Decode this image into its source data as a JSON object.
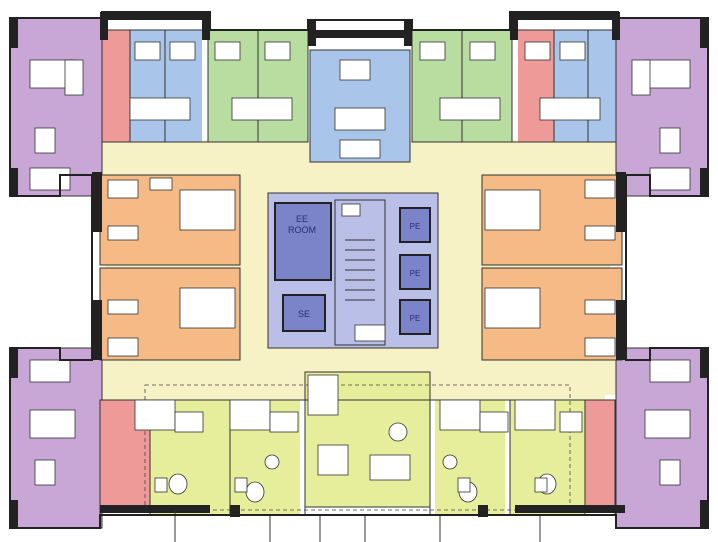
{
  "colors": {
    "corridor": "#f7f2c6",
    "purple": "#c8a6d6",
    "pink": "#ee9a98",
    "blue": "#a9c6ea",
    "green": "#b9dca0",
    "orange": "#f6ba86",
    "lime": "#e6ee9c",
    "core": "#b9bfe6",
    "core_dark": "#7b83c9",
    "wall": "#222222"
  },
  "labels": {
    "ee_room_line1": "EE",
    "ee_room_line2": "ROOM",
    "se": "SE",
    "pe_1": "PE",
    "pe_2": "PE",
    "pe_3": "PE"
  }
}
